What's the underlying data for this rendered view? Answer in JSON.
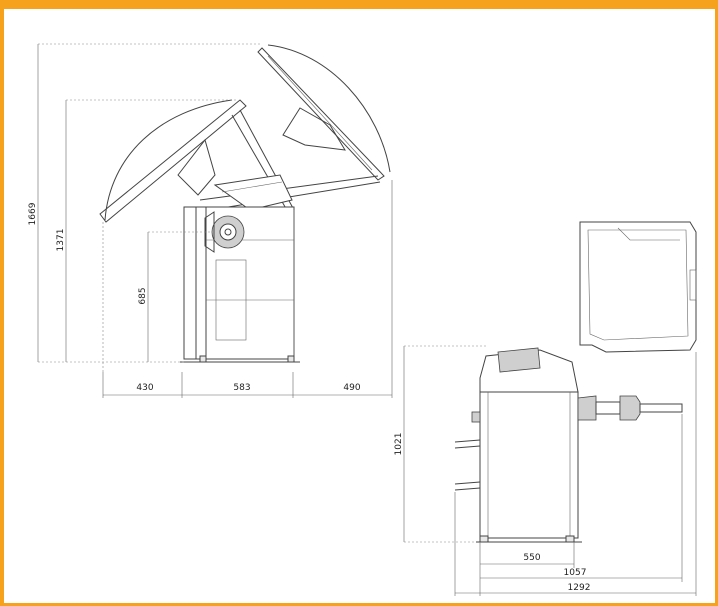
{
  "colors": {
    "frame": "#f6a21c",
    "line": "#444444"
  },
  "front_view": {
    "dims": {
      "overall_height": "1669",
      "guard_height": "1371",
      "shaft_height": "685",
      "left_offset": "430",
      "body_width": "583",
      "right_offset": "490"
    }
  },
  "side_view": {
    "dims": {
      "body_height": "1021",
      "body_depth": "550",
      "shaft_depth": "1057",
      "overall_depth": "1292"
    }
  }
}
